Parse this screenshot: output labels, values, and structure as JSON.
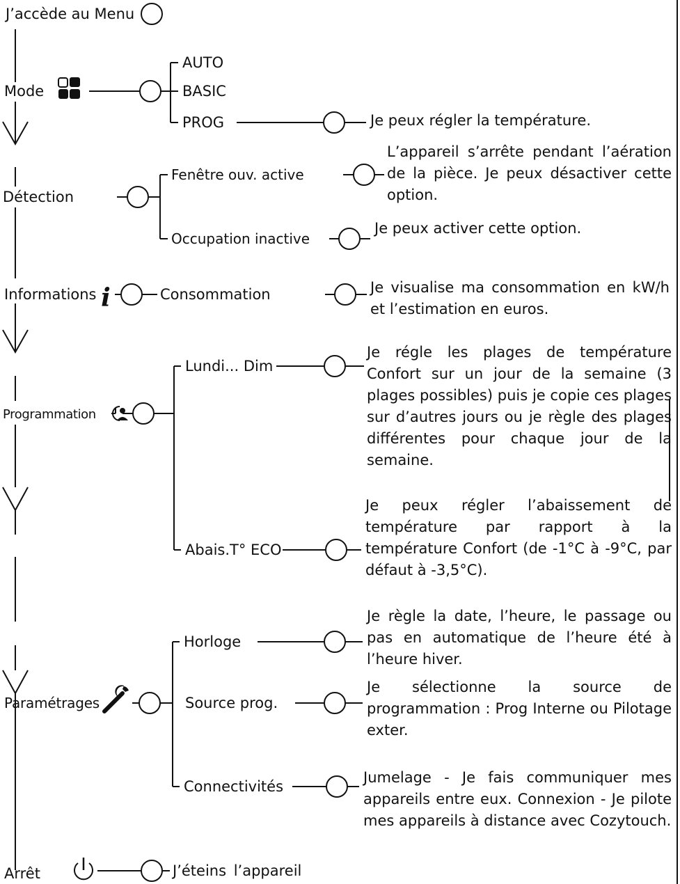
{
  "menu": {
    "entry_label": "J’accède au Menu",
    "items": [
      {
        "label": "Mode",
        "icon": "mode-grid-icon",
        "options": [
          {
            "label": "AUTO"
          },
          {
            "label": "BASIC"
          },
          {
            "label": "PROG",
            "description": "Je peux régler la température."
          }
        ]
      },
      {
        "label": "Détection",
        "options": [
          {
            "label": "Fenêtre ouv. active",
            "description": "L’appareil s’arrête pendant l’aération de la pièce. Je peux désactiver cette option."
          },
          {
            "label": "Occupation inactive",
            "description": "Je peux activer cette option."
          }
        ]
      },
      {
        "label": "Informations",
        "icon": "info-icon",
        "options": [
          {
            "label": "Consommation",
            "description": "Je visualise ma consommation en kW/h et l’estimation en euros."
          }
        ]
      },
      {
        "label": "Programmation",
        "icon": "clock-person-icon",
        "options": [
          {
            "label": "Lundi... Dim",
            "description": "Je régle les plages de température Confort sur un jour de la semaine (3 plages possibles) puis je copie ces plages sur d’autres jours ou je règle des plages différentes pour chaque jour de la semaine."
          },
          {
            "label": "Abais.T° ECO",
            "description": "Je peux régler l’abaissement de température par rapport à la température Confort (de -1°C à -9°C, par défaut à -3,5°C)."
          }
        ]
      },
      {
        "label": "Paramétrages",
        "icon": "wrench-icon",
        "options": [
          {
            "label": "Horloge",
            "description": "Je règle la date, l’heure, le passage ou pas en automatique de l’heure été à l’heure hiver."
          },
          {
            "label": "Source prog.",
            "description": "Je sélectionne la source de programmation : Prog Interne ou Pilotage exter."
          },
          {
            "label": "Connectivités",
            "description": "Jumelage - Je fais communiquer mes appareils entre eux. Connexion - Je pilote mes appareils à distance avec Cozytouch."
          }
        ]
      },
      {
        "label": "Arrêt",
        "icon": "power-icon",
        "options": [
          {
            "label": "J’éteins l’appareil"
          }
        ]
      }
    ]
  },
  "colors": {
    "ink": "#111111",
    "background": "#ffffff"
  }
}
